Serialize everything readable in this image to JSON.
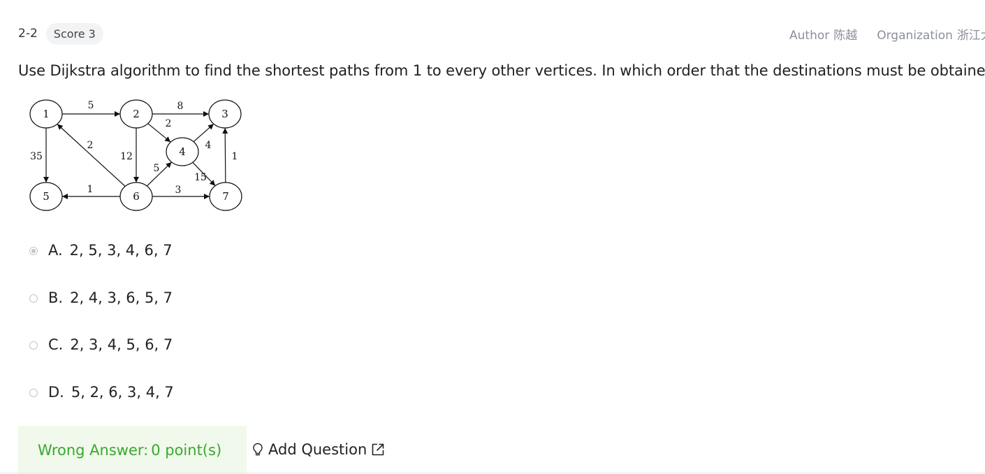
{
  "header": {
    "question_number": "2-2",
    "score_label": "Score 3",
    "author_label": "Author",
    "author_name": "陈越",
    "organization_label": "Organization",
    "organization_name": "浙江大学"
  },
  "question": {
    "text": "Use Dijkstra algorithm to find the shortest paths from 1 to every other vertices. In which order that the destinations must be obtained?"
  },
  "graph": {
    "nodes": [
      "1",
      "2",
      "3",
      "4",
      "5",
      "6",
      "7"
    ],
    "edges": [
      {
        "from": "1",
        "to": "2",
        "weight": "5"
      },
      {
        "from": "2",
        "to": "3",
        "weight": "8"
      },
      {
        "from": "2",
        "to": "4",
        "weight": "2"
      },
      {
        "from": "1",
        "to": "5",
        "weight": "35"
      },
      {
        "from": "6",
        "to": "1",
        "weight": "2"
      },
      {
        "from": "2",
        "to": "6",
        "weight": "12"
      },
      {
        "from": "4",
        "to": "3",
        "weight": "4"
      },
      {
        "from": "7",
        "to": "3",
        "weight": "1"
      },
      {
        "from": "6",
        "to": "4",
        "weight": "5"
      },
      {
        "from": "4",
        "to": "7",
        "weight": "15"
      },
      {
        "from": "6",
        "to": "5",
        "weight": "1"
      },
      {
        "from": "6",
        "to": "7",
        "weight": "3"
      }
    ]
  },
  "options": [
    {
      "letter": "A.",
      "text": "2, 5, 3, 4, 6, 7",
      "selected": true
    },
    {
      "letter": "B.",
      "text": "2, 4, 3, 6, 5, 7",
      "selected": false
    },
    {
      "letter": "C.",
      "text": "2, 3, 4, 5, 6, 7",
      "selected": false
    },
    {
      "letter": "D.",
      "text": "5, 2, 6, 3, 4, 7",
      "selected": false
    }
  ],
  "result": {
    "status": "Wrong Answer:",
    "points": "0 point(s)"
  },
  "actions": {
    "add_question": "Add Question"
  },
  "colors": {
    "result_text": "#3aa82f",
    "result_bg": "#f0f9eb",
    "meta_text": "#8a8f99"
  }
}
